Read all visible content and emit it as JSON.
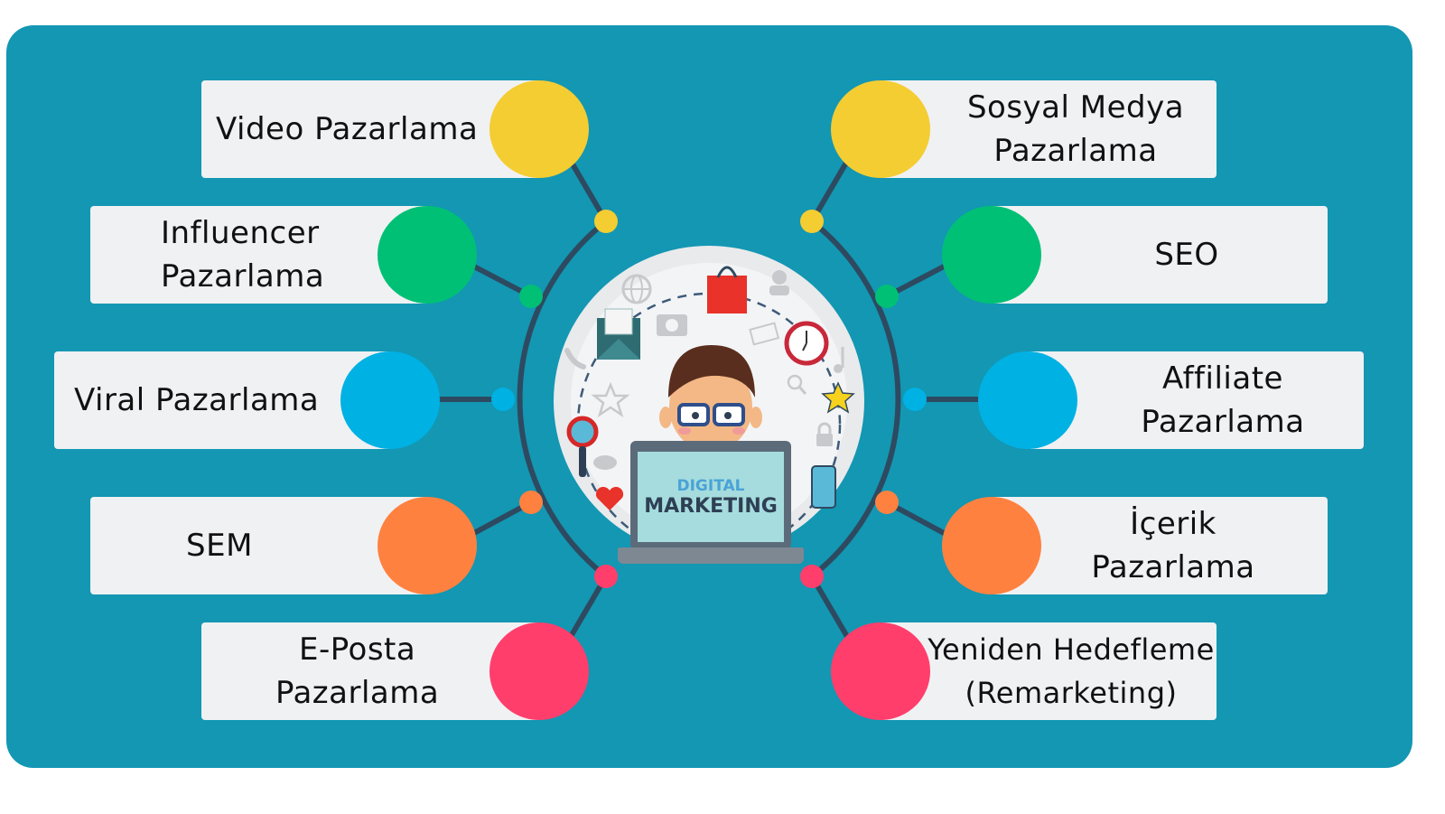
{
  "diagram": {
    "title_center": {
      "line1": "DIGITAL",
      "line2": "MARKETING"
    },
    "colors": {
      "background_panel": "#1397b3",
      "card": "#f0f1f3",
      "connector": "#2e4a60",
      "yellow": "#f4cd32",
      "green": "#00c076",
      "blue": "#00b1e3",
      "orange": "#ff8140",
      "pink": "#ff3e6c"
    },
    "left_items": [
      {
        "label": "Video Pazarlama",
        "color": "yellow"
      },
      {
        "label": "Influencer\nPazarlama",
        "color": "green"
      },
      {
        "label": "Viral Pazarlama",
        "color": "blue"
      },
      {
        "label": "SEM",
        "color": "orange"
      },
      {
        "label": "E-Posta\nPazarlama",
        "color": "pink"
      }
    ],
    "right_items": [
      {
        "label": "Sosyal Medya\nPazarlama",
        "color": "yellow"
      },
      {
        "label": "SEO",
        "color": "green"
      },
      {
        "label": "Affiliate\nPazarlama",
        "color": "blue"
      },
      {
        "label": "İçerik\nPazarlama",
        "color": "orange"
      },
      {
        "label": "Yeniden Hedefleme\n(Remarketing)",
        "color": "pink"
      }
    ],
    "center_icons": [
      "globe-icon",
      "shopping-bag-icon",
      "user-icon",
      "envelope-open-icon",
      "camera-icon",
      "mail-icon",
      "clock-icon",
      "phone-icon",
      "music-note-icon",
      "star-outline-icon",
      "search-icon",
      "star-icon",
      "magnifier-icon",
      "lock-icon",
      "cloud-icon",
      "heart-icon",
      "smartphone-icon",
      "person-with-glasses-icon",
      "laptop-icon"
    ]
  }
}
